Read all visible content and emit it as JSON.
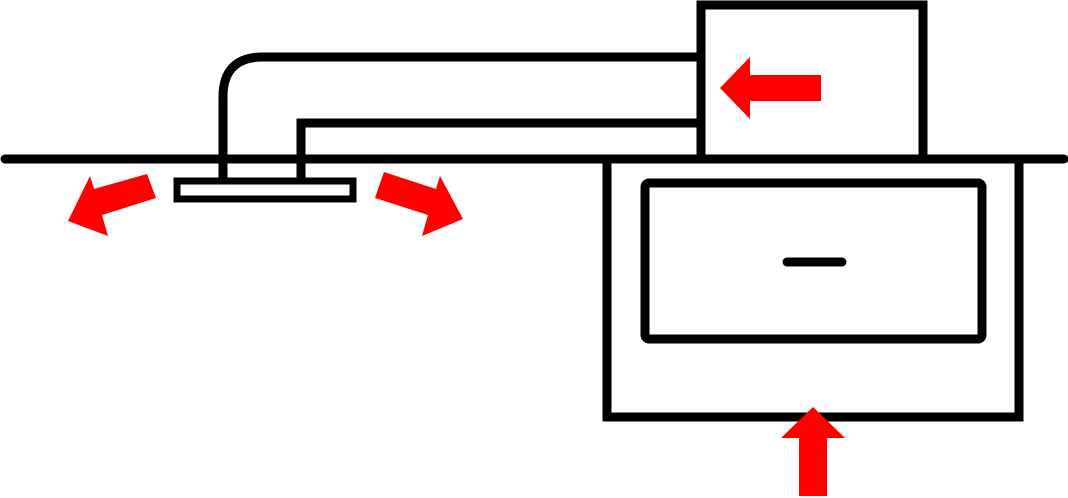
{
  "diagram": {
    "colors": {
      "line": "#000000",
      "arrow": "#ff0000",
      "background": "#ffffff"
    },
    "parts": {
      "ceiling_line": "ceiling-line",
      "ceiling_diffuser": "ceiling-diffuser",
      "supply_duct": "supply-duct",
      "upper_unit": "upper-unit-box",
      "lower_enclosure": "lower-enclosure",
      "inner_panel": "inner-panel",
      "inner_dash": "dash-mark"
    },
    "arrows": {
      "into_upper_unit": "arrow-left-icon",
      "diffuser_left": "arrow-down-left-icon",
      "diffuser_right": "arrow-down-right-icon",
      "bottom_intake": "arrow-up-icon"
    }
  }
}
